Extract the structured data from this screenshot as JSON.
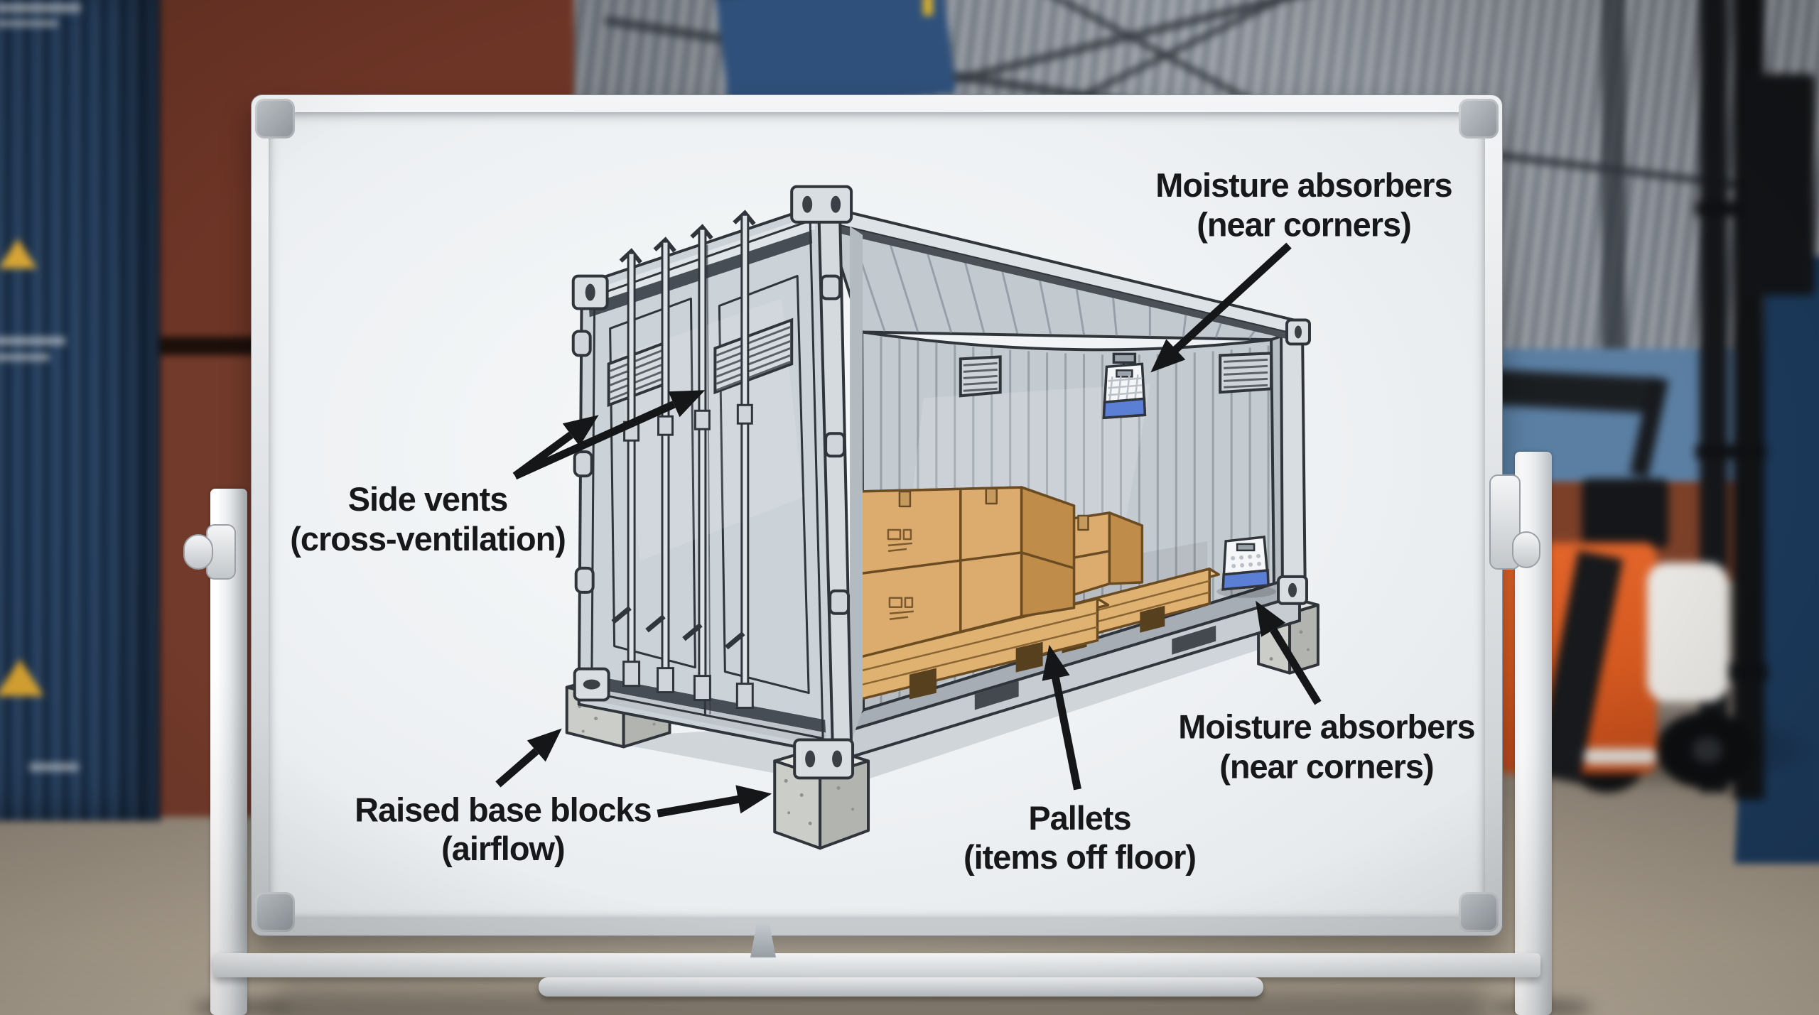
{
  "diagram": {
    "labels": {
      "moisture_top": {
        "line1": "Moisture absorbers",
        "line2": "(near corners)"
      },
      "side_vents": {
        "line1": "Side vents",
        "line2": "(cross-ventilation)"
      },
      "raised_blocks": {
        "line1": "Raised base blocks",
        "line2": "(airflow)"
      },
      "pallets": {
        "line1": "Pallets",
        "line2": "(items off floor)"
      },
      "moisture_corner": {
        "line1": "Moisture absorbers",
        "line2": "(near corners)"
      }
    },
    "colors": {
      "label_text": "#17181a",
      "arrow": "#141618",
      "container_body": "#ccd3d8",
      "container_outline": "#30353b",
      "interior_wall": "#c3cad0",
      "box_front": "#dcab6e",
      "box_side": "#c08c4a",
      "pallet_wood": "#dfb272",
      "absorber_blue": "#5b7fd4",
      "concrete_block": "#cbcdc8"
    }
  },
  "scene": {
    "background_colors": {
      "blue_container": "#1e3a5c",
      "rust_container": "#6d3526",
      "forklift_orange": "#d85c24",
      "floor_concrete": "#b3a795",
      "roof_steel": "#8a9098"
    }
  }
}
